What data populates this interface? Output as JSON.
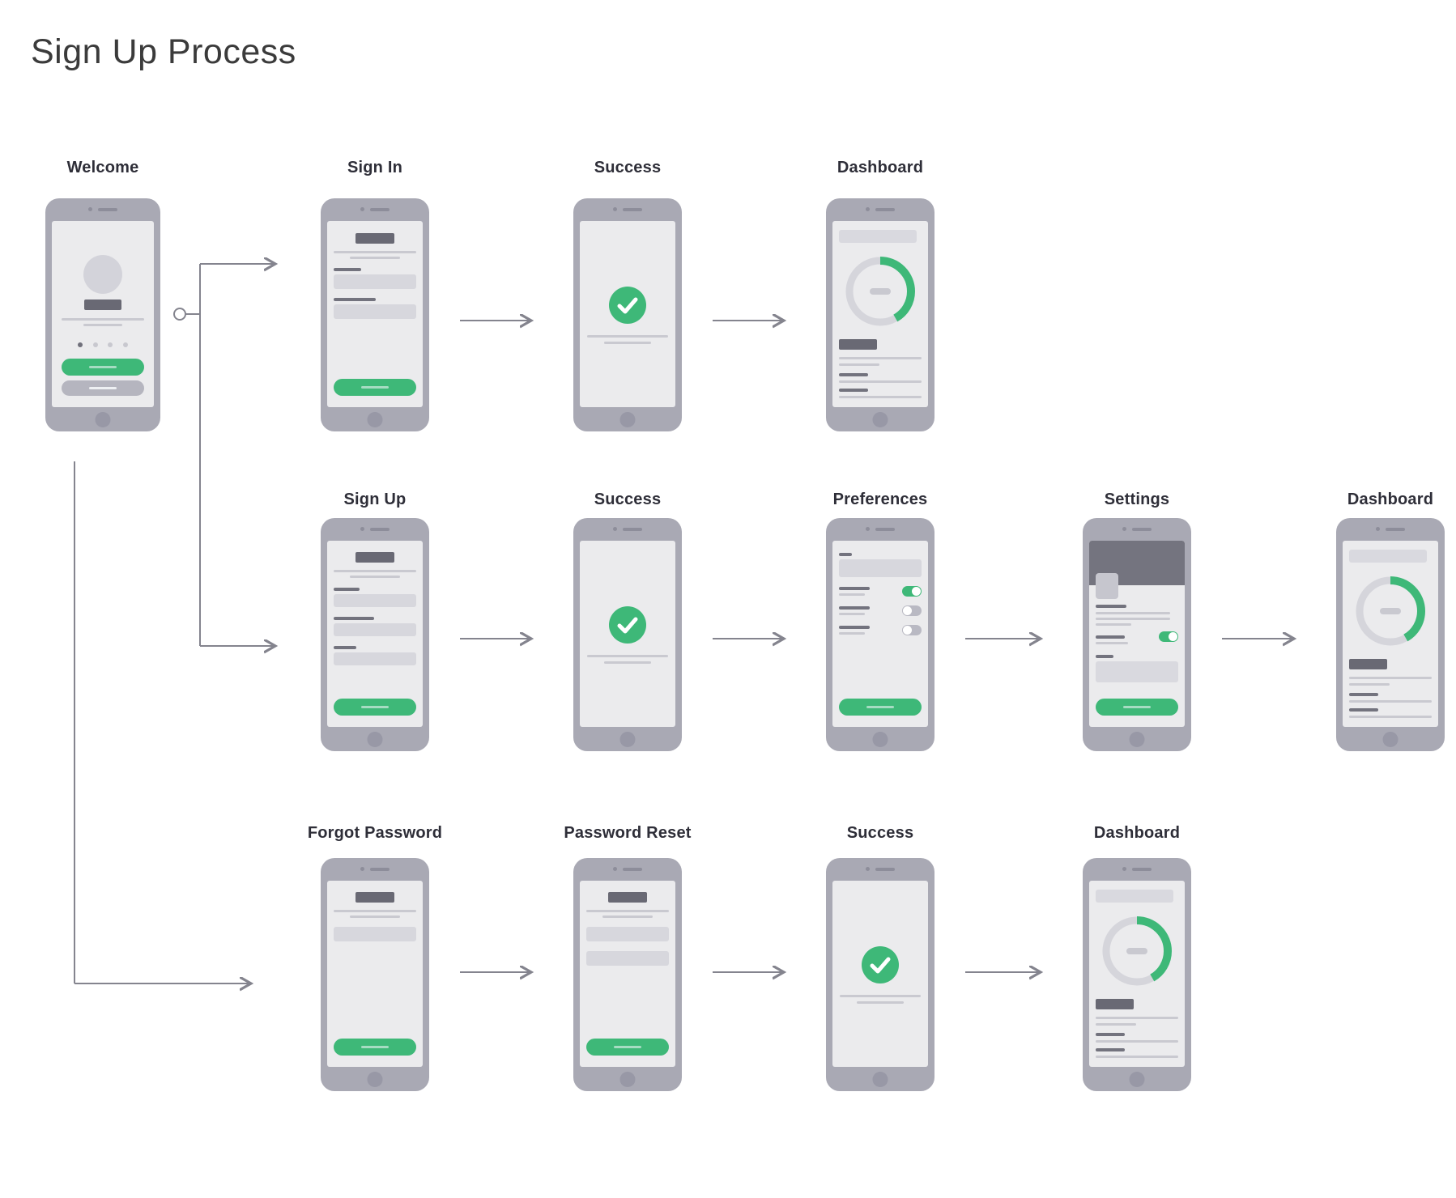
{
  "page": {
    "title": "Sign Up Process"
  },
  "colors": {
    "background": "#ffffff",
    "title_text": "#3b3b3b",
    "label_text": "#2e2e38",
    "accent_green": "#3eb878",
    "accent_green_light": "#a6dcc2",
    "phone_bezel": "#a9a9b4",
    "phone_screen": "#ebebed",
    "dark_block": "#696974",
    "mid_block": "#73737e",
    "light_line": "#c9c9d0",
    "input_fill": "#d7d7dd",
    "secondary_pill": "#b5b5bf",
    "toggle_off": "#b9b9c3",
    "settings_banner": "#74747f",
    "donut_ring": "#d5d5db",
    "arrow": "#84848e"
  },
  "flow": {
    "rows": [
      {
        "screens": [
          {
            "label": "Welcome",
            "type": "welcome"
          },
          {
            "label": "Sign In",
            "type": "sign-in"
          },
          {
            "label": "Success",
            "type": "success"
          },
          {
            "label": "Dashboard",
            "type": "dashboard"
          }
        ]
      },
      {
        "screens": [
          {
            "label": "Sign Up",
            "type": "sign-up"
          },
          {
            "label": "Success",
            "type": "success"
          },
          {
            "label": "Preferences",
            "type": "preferences"
          },
          {
            "label": "Settings",
            "type": "settings"
          },
          {
            "label": "Dashboard",
            "type": "dashboard"
          }
        ]
      },
      {
        "screens": [
          {
            "label": "Forgot Password",
            "type": "forgot-password"
          },
          {
            "label": "Password Reset",
            "type": "password-reset"
          },
          {
            "label": "Success",
            "type": "success"
          },
          {
            "label": "Dashboard",
            "type": "dashboard"
          }
        ]
      }
    ],
    "edges": [
      {
        "row": 1,
        "from": "Welcome",
        "to": "Sign In"
      },
      {
        "row": 2,
        "from": "Welcome",
        "to": "Sign Up"
      },
      {
        "row": 3,
        "from": "Welcome",
        "to": "Forgot Password"
      },
      {
        "row": 1,
        "from": "Sign In",
        "to": "Success"
      },
      {
        "row": 1,
        "from": "Success",
        "to": "Dashboard"
      },
      {
        "row": 2,
        "from": "Sign Up",
        "to": "Success"
      },
      {
        "row": 2,
        "from": "Success",
        "to": "Preferences"
      },
      {
        "row": 2,
        "from": "Preferences",
        "to": "Settings"
      },
      {
        "row": 2,
        "from": "Settings",
        "to": "Dashboard"
      },
      {
        "row": 3,
        "from": "Forgot Password",
        "to": "Password Reset"
      },
      {
        "row": 3,
        "from": "Password Reset",
        "to": "Success"
      },
      {
        "row": 3,
        "from": "Success",
        "to": "Dashboard"
      }
    ]
  },
  "screen_archetypes": {
    "welcome": {
      "carousel_dots": 4,
      "active_dot": 1,
      "buttons": [
        "primary",
        "secondary"
      ]
    },
    "sign-in": {
      "form_fields": 2
    },
    "sign-up": {
      "form_fields": 3
    },
    "success": {
      "icon": "check-circle-icon"
    },
    "dashboard": {
      "progress_arc_degrees": 150
    },
    "preferences": {
      "toggles": [
        "on",
        "off",
        "off"
      ]
    },
    "settings": {
      "toggles": [
        "on"
      ]
    },
    "forgot-password": {
      "form_fields": 1
    },
    "password-reset": {
      "form_fields": 2
    }
  }
}
